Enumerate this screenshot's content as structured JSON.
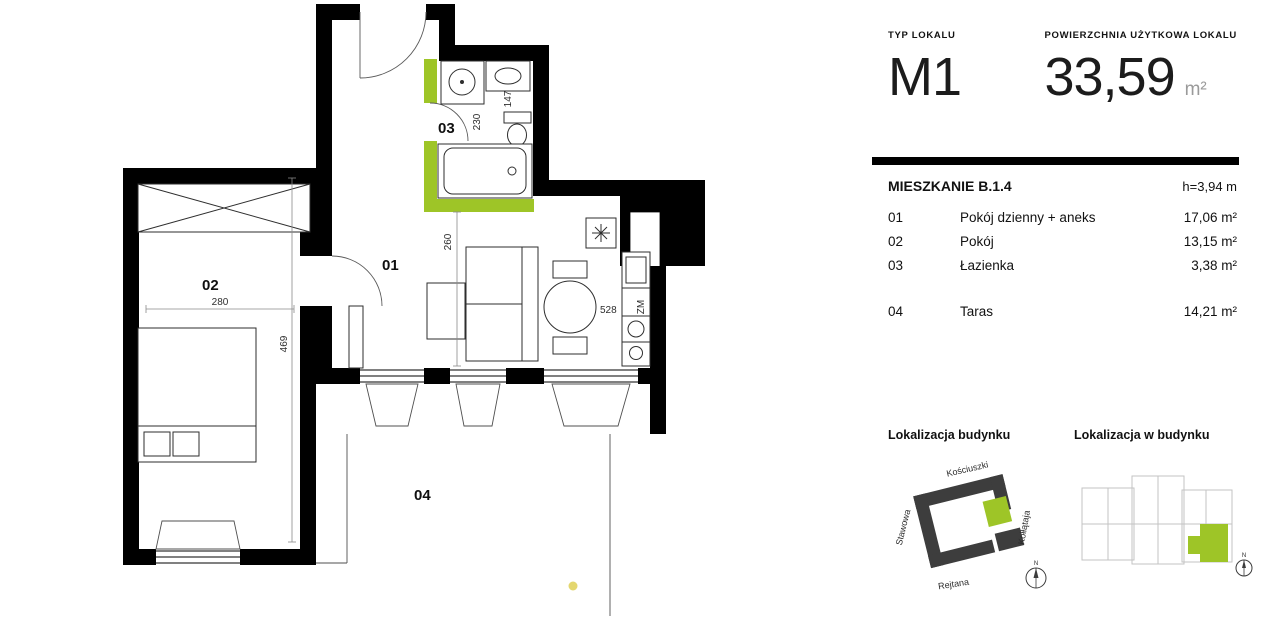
{
  "colors": {
    "accent": "#9ec527",
    "buildings": "#3d3d3d",
    "dot": "#e4d76f"
  },
  "panel": {
    "type_label": "TYP LOKALU",
    "type_value": "M1",
    "area_label": "POWIERZCHNIA UŻYTKOWA LOKALU",
    "area_value": "33,59",
    "area_unit": "m²",
    "apartment_title": "MIESZKANIE B.1.4",
    "ceiling_height": "h=3,94 m",
    "rooms": [
      {
        "no": "01",
        "name": "Pokój dzienny + aneks",
        "area": "17,06 m²"
      },
      {
        "no": "02",
        "name": "Pokój",
        "area": "13,15 m²"
      },
      {
        "no": "03",
        "name": "Łazienka",
        "area": "3,38 m²"
      },
      {
        "no": "04",
        "name": "Taras",
        "area": "14,21 m²"
      }
    ],
    "location_building_label": "Lokalizacja budynku",
    "location_unit_label": "Lokalizacja  w budynku",
    "streets": {
      "top": "Kościuszki",
      "left": "Stawowa",
      "right": "Kołłątaja",
      "bottom": "Rejtana"
    },
    "compass": "N"
  },
  "plan": {
    "rooms": {
      "r01": "01",
      "r02": "02",
      "r03": "03",
      "r04": "04"
    },
    "dims": {
      "d280": "280",
      "d469": "469",
      "d260": "260",
      "d528": "528",
      "d230": "230",
      "d147": "147",
      "zm": "ZM"
    }
  }
}
